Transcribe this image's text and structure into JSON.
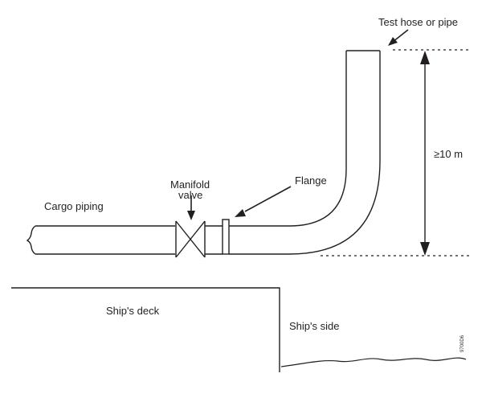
{
  "diagram": {
    "labels": {
      "test_hose": "Test hose or pipe",
      "height": "≥10 m",
      "flange": "Flange",
      "manifold_line1": "Manifold",
      "manifold_line2": "valve",
      "cargo_piping": "Cargo piping",
      "ships_deck": "Ship's deck",
      "ships_side": "Ship's side",
      "figure_id": "9700D6"
    },
    "colors": {
      "line": "#231f20",
      "background": "#ffffff"
    }
  }
}
